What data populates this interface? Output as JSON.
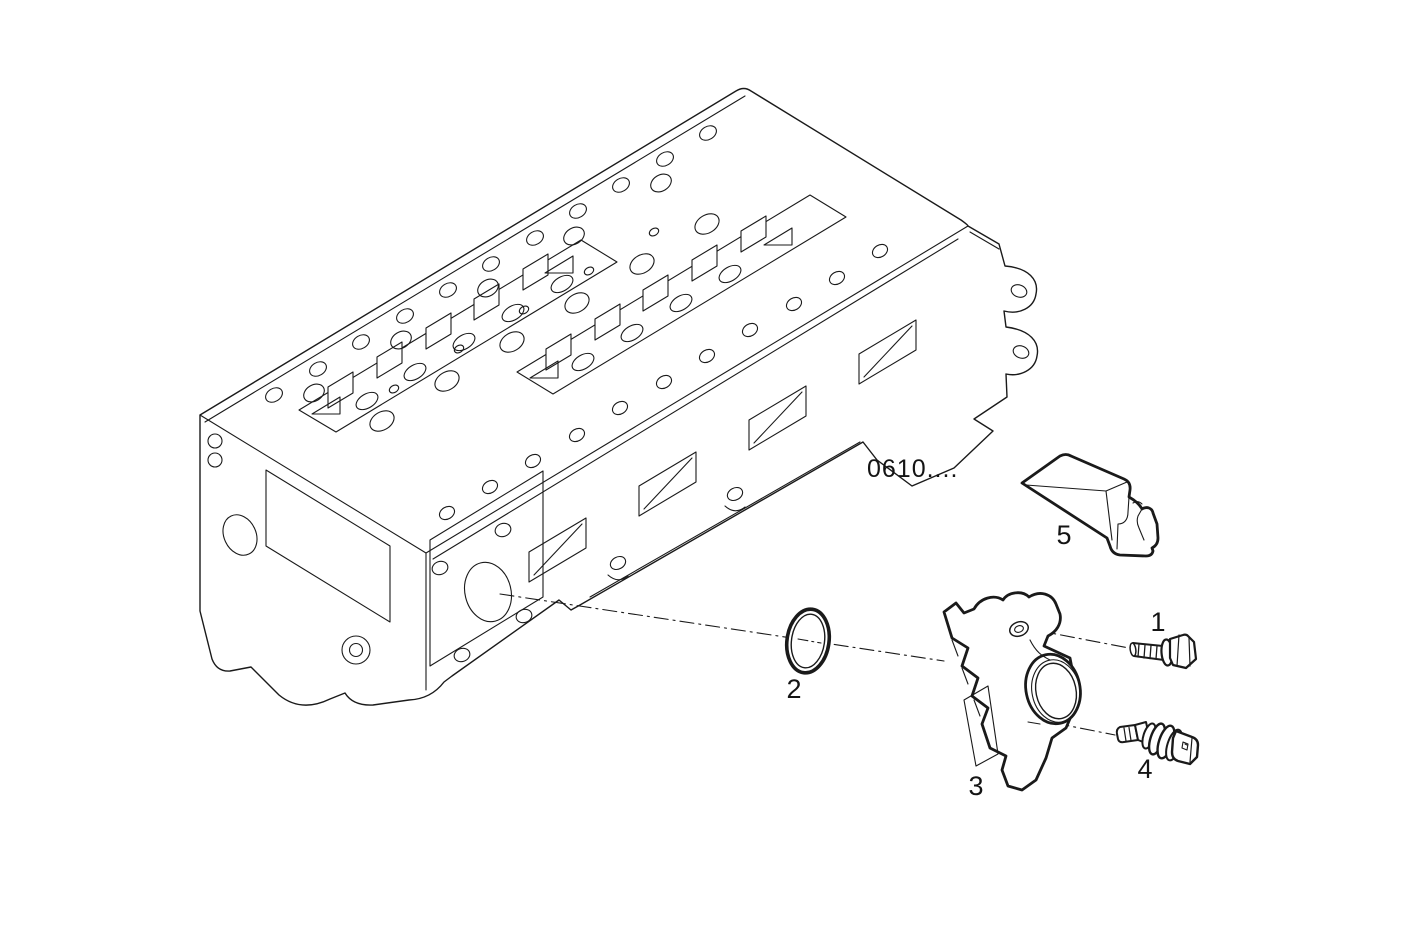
{
  "diagram": {
    "reference_code": "0610....",
    "colors": {
      "line": "#1a1a1a",
      "background": "#ffffff"
    },
    "callouts": [
      {
        "label": "1"
      },
      {
        "label": "2"
      },
      {
        "label": "3"
      },
      {
        "label": "4"
      },
      {
        "label": "5"
      }
    ]
  }
}
